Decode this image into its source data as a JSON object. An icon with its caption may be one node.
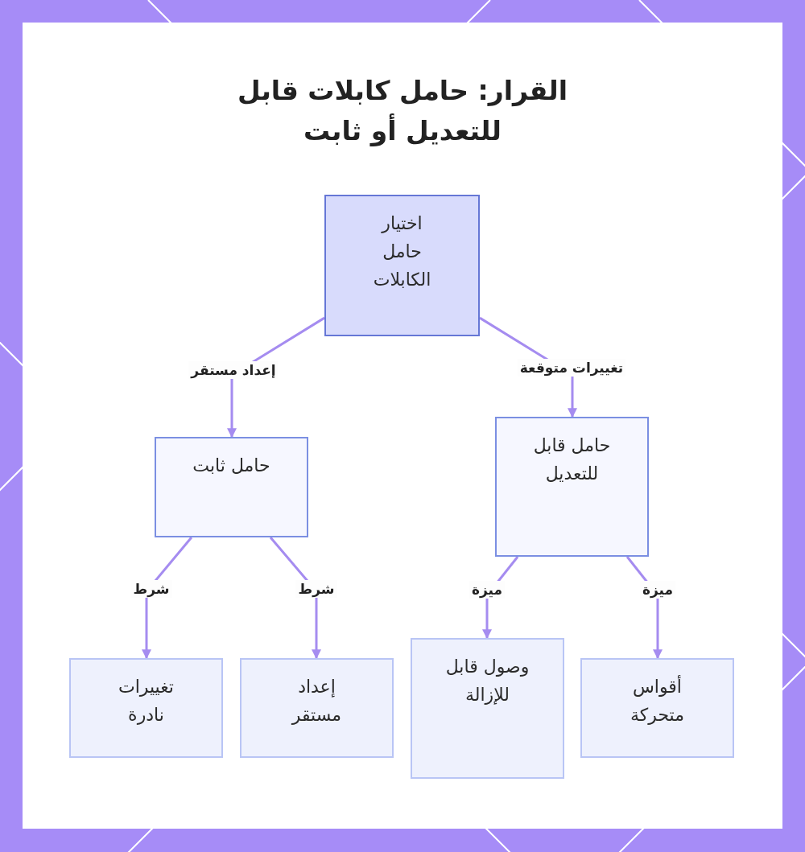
{
  "diagram": {
    "title": "القرار: حامل كابلات قابل للتعديل أو ثابت",
    "nodes": [
      {
        "text": [
          "اختيار حامل الكابلات"
        ]
      },
      {
        "text": [
          "حامل ثابت"
        ]
      },
      {
        "text": [
          "حامل قابل للتعديل"
        ]
      },
      {
        "text": [
          "تغييرات نادرة"
        ]
      },
      {
        "text": [
          "إعداد مستقر"
        ]
      },
      {
        "text": [
          "وصول قابل للإزالة"
        ]
      },
      {
        "text": [
          "أقواس متحركة"
        ]
      }
    ],
    "edges": [
      {
        "from": 0,
        "to": 1,
        "arrow": "to",
        "label": "إعداد مستقر"
      },
      {
        "from": 0,
        "to": 2,
        "arrow": "to",
        "label": "تغييرات متوقعة"
      },
      {
        "from": 1,
        "to": 3,
        "arrow": "to",
        "label": "شرط"
      },
      {
        "from": 1,
        "to": 4,
        "arrow": "to",
        "label": "شرط"
      },
      {
        "from": 2,
        "to": 5,
        "arrow": "to",
        "label": "ميزة"
      },
      {
        "from": 2,
        "to": 6,
        "arrow": "to",
        "label": "ميزة"
      }
    ]
  }
}
